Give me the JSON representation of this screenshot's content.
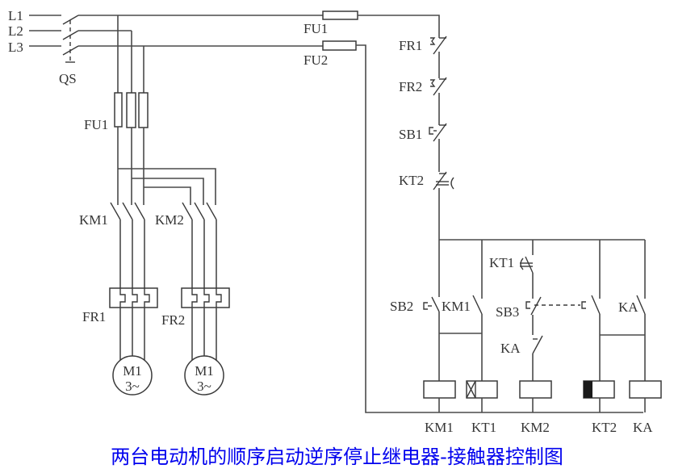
{
  "title": "两台电动机的顺序启动逆序停止继电器-接触器控制图",
  "colors": {
    "wire": "#4a4a4a",
    "label": "#333333",
    "title": "#0000ee",
    "background": "#ffffff"
  },
  "main_circuit": {
    "phases": [
      "L1",
      "L2",
      "L3"
    ],
    "isolator": "QS",
    "fuse": "FU1",
    "contactors": [
      "KM1",
      "KM2"
    ],
    "overloads": [
      "FR1",
      "FR2"
    ],
    "motors": [
      {
        "line1": "M1",
        "line2": "3~"
      },
      {
        "line1": "M1",
        "line2": "3~"
      }
    ]
  },
  "control_circuit": {
    "fuses": [
      "FU1",
      "FU2"
    ],
    "series_contacts": [
      "FR1",
      "FR2",
      "SB1",
      "KT2"
    ],
    "branch_contacts": {
      "sb2": "SB2",
      "km1": "KM1",
      "kt1": "KT1",
      "sb3": "SB3",
      "ka_nc": "KA",
      "ka_no": "KA"
    },
    "coils": [
      "KM1",
      "KT1",
      "KM2",
      "KT2",
      "KA"
    ]
  }
}
